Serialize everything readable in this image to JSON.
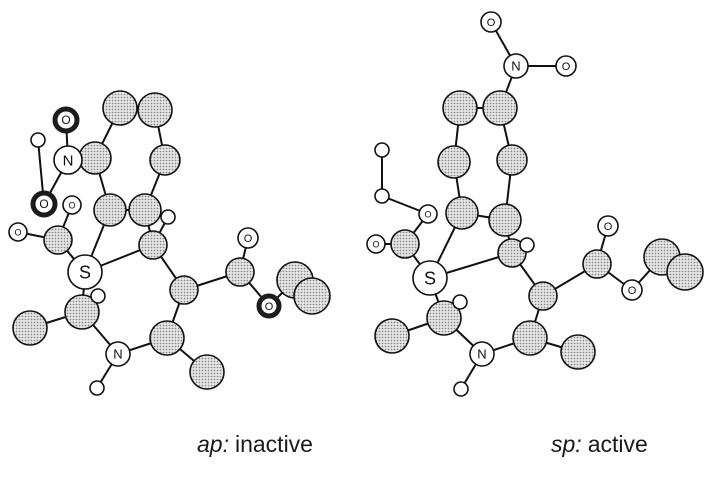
{
  "colors": {
    "carbon_fill": "#d4d4d4",
    "heteroatom_fill": "#ffffff",
    "outline": "#111111",
    "dark_oxygen": "#1c1c1c"
  },
  "atom_labels": {
    "sulfur": "S",
    "nitrogen": "N",
    "oxygen": "O"
  },
  "panels": [
    {
      "id": "left",
      "conformation": "ap:",
      "activity": "inactive"
    },
    {
      "id": "right",
      "conformation": "sp:",
      "activity": "active"
    }
  ]
}
